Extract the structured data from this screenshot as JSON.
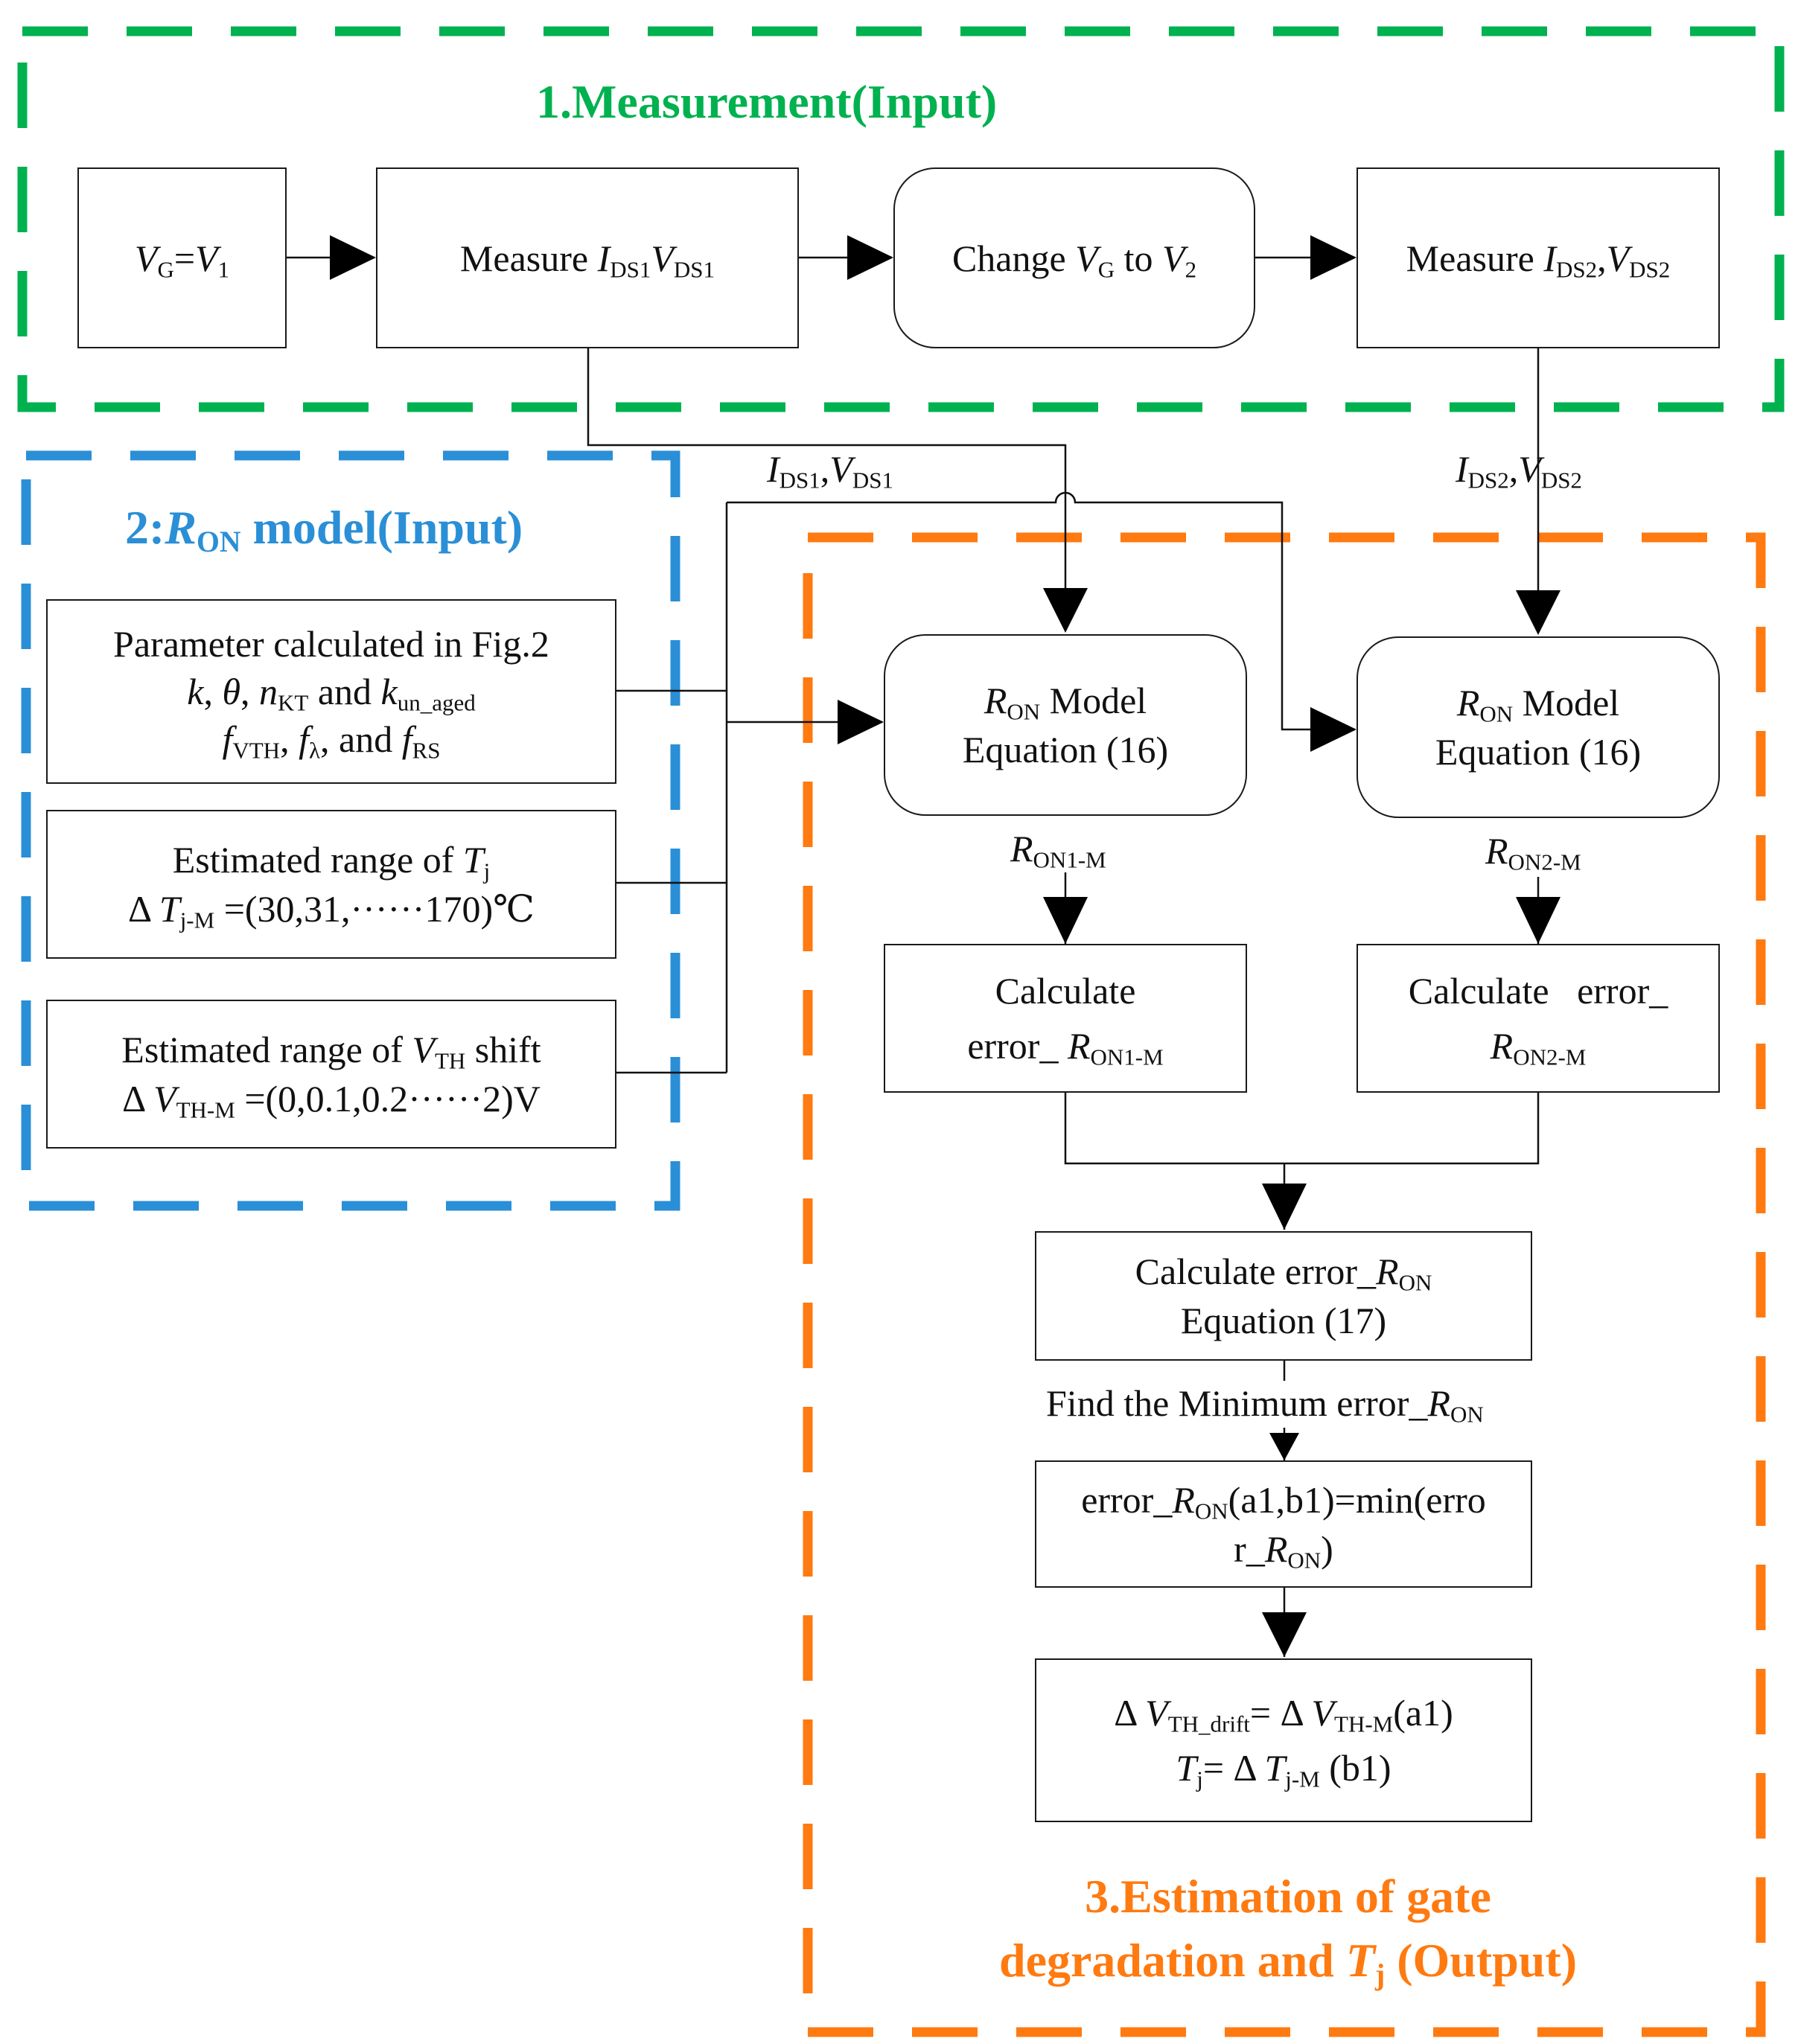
{
  "frames": {
    "measurement": {
      "title": "1.Measurement(Input)",
      "color": "#00b14f"
    },
    "ron_model": {
      "title_prefix": "2:",
      "title_var": "R",
      "title_sub": "ON",
      "title_suffix": " model(Input)",
      "color": "#2a8fd6"
    },
    "estimation": {
      "title_line1": "3.Estimation of gate",
      "title_line2_a": "degradation and ",
      "title_line2_var": "T",
      "title_line2_sub": "j",
      "title_line2_b": " (Output)",
      "color": "#ff7a10"
    }
  },
  "measurement": {
    "vg_set": {
      "v1": "V",
      "s1": "G",
      "eq": "=",
      "v2": "V",
      "s2": "1"
    },
    "measure1": {
      "pre": "Measure ",
      "v1": "I",
      "s1": "DS1",
      "v2": "V",
      "s2": "DS1"
    },
    "change": {
      "pre": "Change ",
      "v1": "V",
      "s1": "G",
      "mid": " to ",
      "v2": "V",
      "s2": "2"
    },
    "measure2": {
      "pre": "Measure ",
      "v1": "I",
      "s1": "DS2",
      "sep": ",",
      "v2": "V",
      "s2": "DS2"
    }
  },
  "signals": {
    "ids1": {
      "v1": "I",
      "s1": "DS1",
      "sep": ",",
      "v2": "V",
      "s2": "DS1"
    },
    "ids2": {
      "v1": "I",
      "s1": "DS2",
      "sep": ",",
      "v2": "V",
      "s2": "DS2"
    }
  },
  "inputs": {
    "params": {
      "line1": "Parameter calculated in Fig.2",
      "k": "k",
      "c1": ", ",
      "theta": "θ",
      "c2": ", ",
      "n": "n",
      "n_sub": "KT",
      "and1": " and ",
      "ku": "k",
      "ku_sub": "un_aged",
      "f1": "f",
      "f1_sub": "VTH",
      "c3": ", ",
      "f2": "f",
      "f2_sub": "λ",
      "and2": ", and ",
      "f3": "f",
      "f3_sub": "RS"
    },
    "tj_range": {
      "line1_pre": "Estimated range of ",
      "line1_var": "T",
      "line1_sub": "j",
      "l2_pre": "Δ ",
      "l2_var": "T",
      "l2_sub": "j-M",
      "l2_post": " =(30,31,······170)℃"
    },
    "vth_range": {
      "line1_pre": "Estimated range of ",
      "line1_var": "V",
      "line1_sub": "TH",
      "line1_post": " shift",
      "l2_pre": "Δ ",
      "l2_var": "V",
      "l2_sub": "TH-M",
      "l2_post": " =(0,0.1,0.2······2)V"
    }
  },
  "estimation": {
    "model1": {
      "var": "R",
      "sub": "ON",
      "post": " Model",
      "line2": "Equation (16)"
    },
    "model2": {
      "var": "R",
      "sub": "ON",
      "post": " Model",
      "line2": "Equation (16)"
    },
    "ron1m": {
      "var": "R",
      "sub": "ON1-M"
    },
    "ron2m": {
      "var": "R",
      "sub": "ON2-M"
    },
    "calc1": {
      "line1": "Calculate",
      "pre": "error_ ",
      "var": "R",
      "sub": "ON1-M"
    },
    "calc2": {
      "line1": "Calculate   error_",
      "var": "R",
      "sub": "ON2-M"
    },
    "calc_total": {
      "pre": "Calculate error_",
      "var": "R",
      "sub": "ON",
      "line2": "Equation (17)"
    },
    "find_min": {
      "pre": "Find the Minimum error_",
      "var": "R",
      "sub": "ON"
    },
    "min_box": {
      "pre": "error_",
      "var": "R",
      "sub": "ON",
      "post": "(a1,b1)=min(erro",
      "l2_pre": "r_",
      "l2_var": "R",
      "l2_sub": "ON",
      "l2_post": ")"
    },
    "result": {
      "l1_pre": "Δ ",
      "l1_var": "V",
      "l1_sub": "TH_drift",
      "l1_mid": "= Δ ",
      "l1_var2": "V",
      "l1_sub2": "TH-M",
      "l1_post": "(a1)",
      "l2_var": "T",
      "l2_sub": "j",
      "l2_mid": "= Δ ",
      "l2_var2": "T",
      "l2_sub2": "j-M",
      "l2_post": " (b1)"
    }
  }
}
